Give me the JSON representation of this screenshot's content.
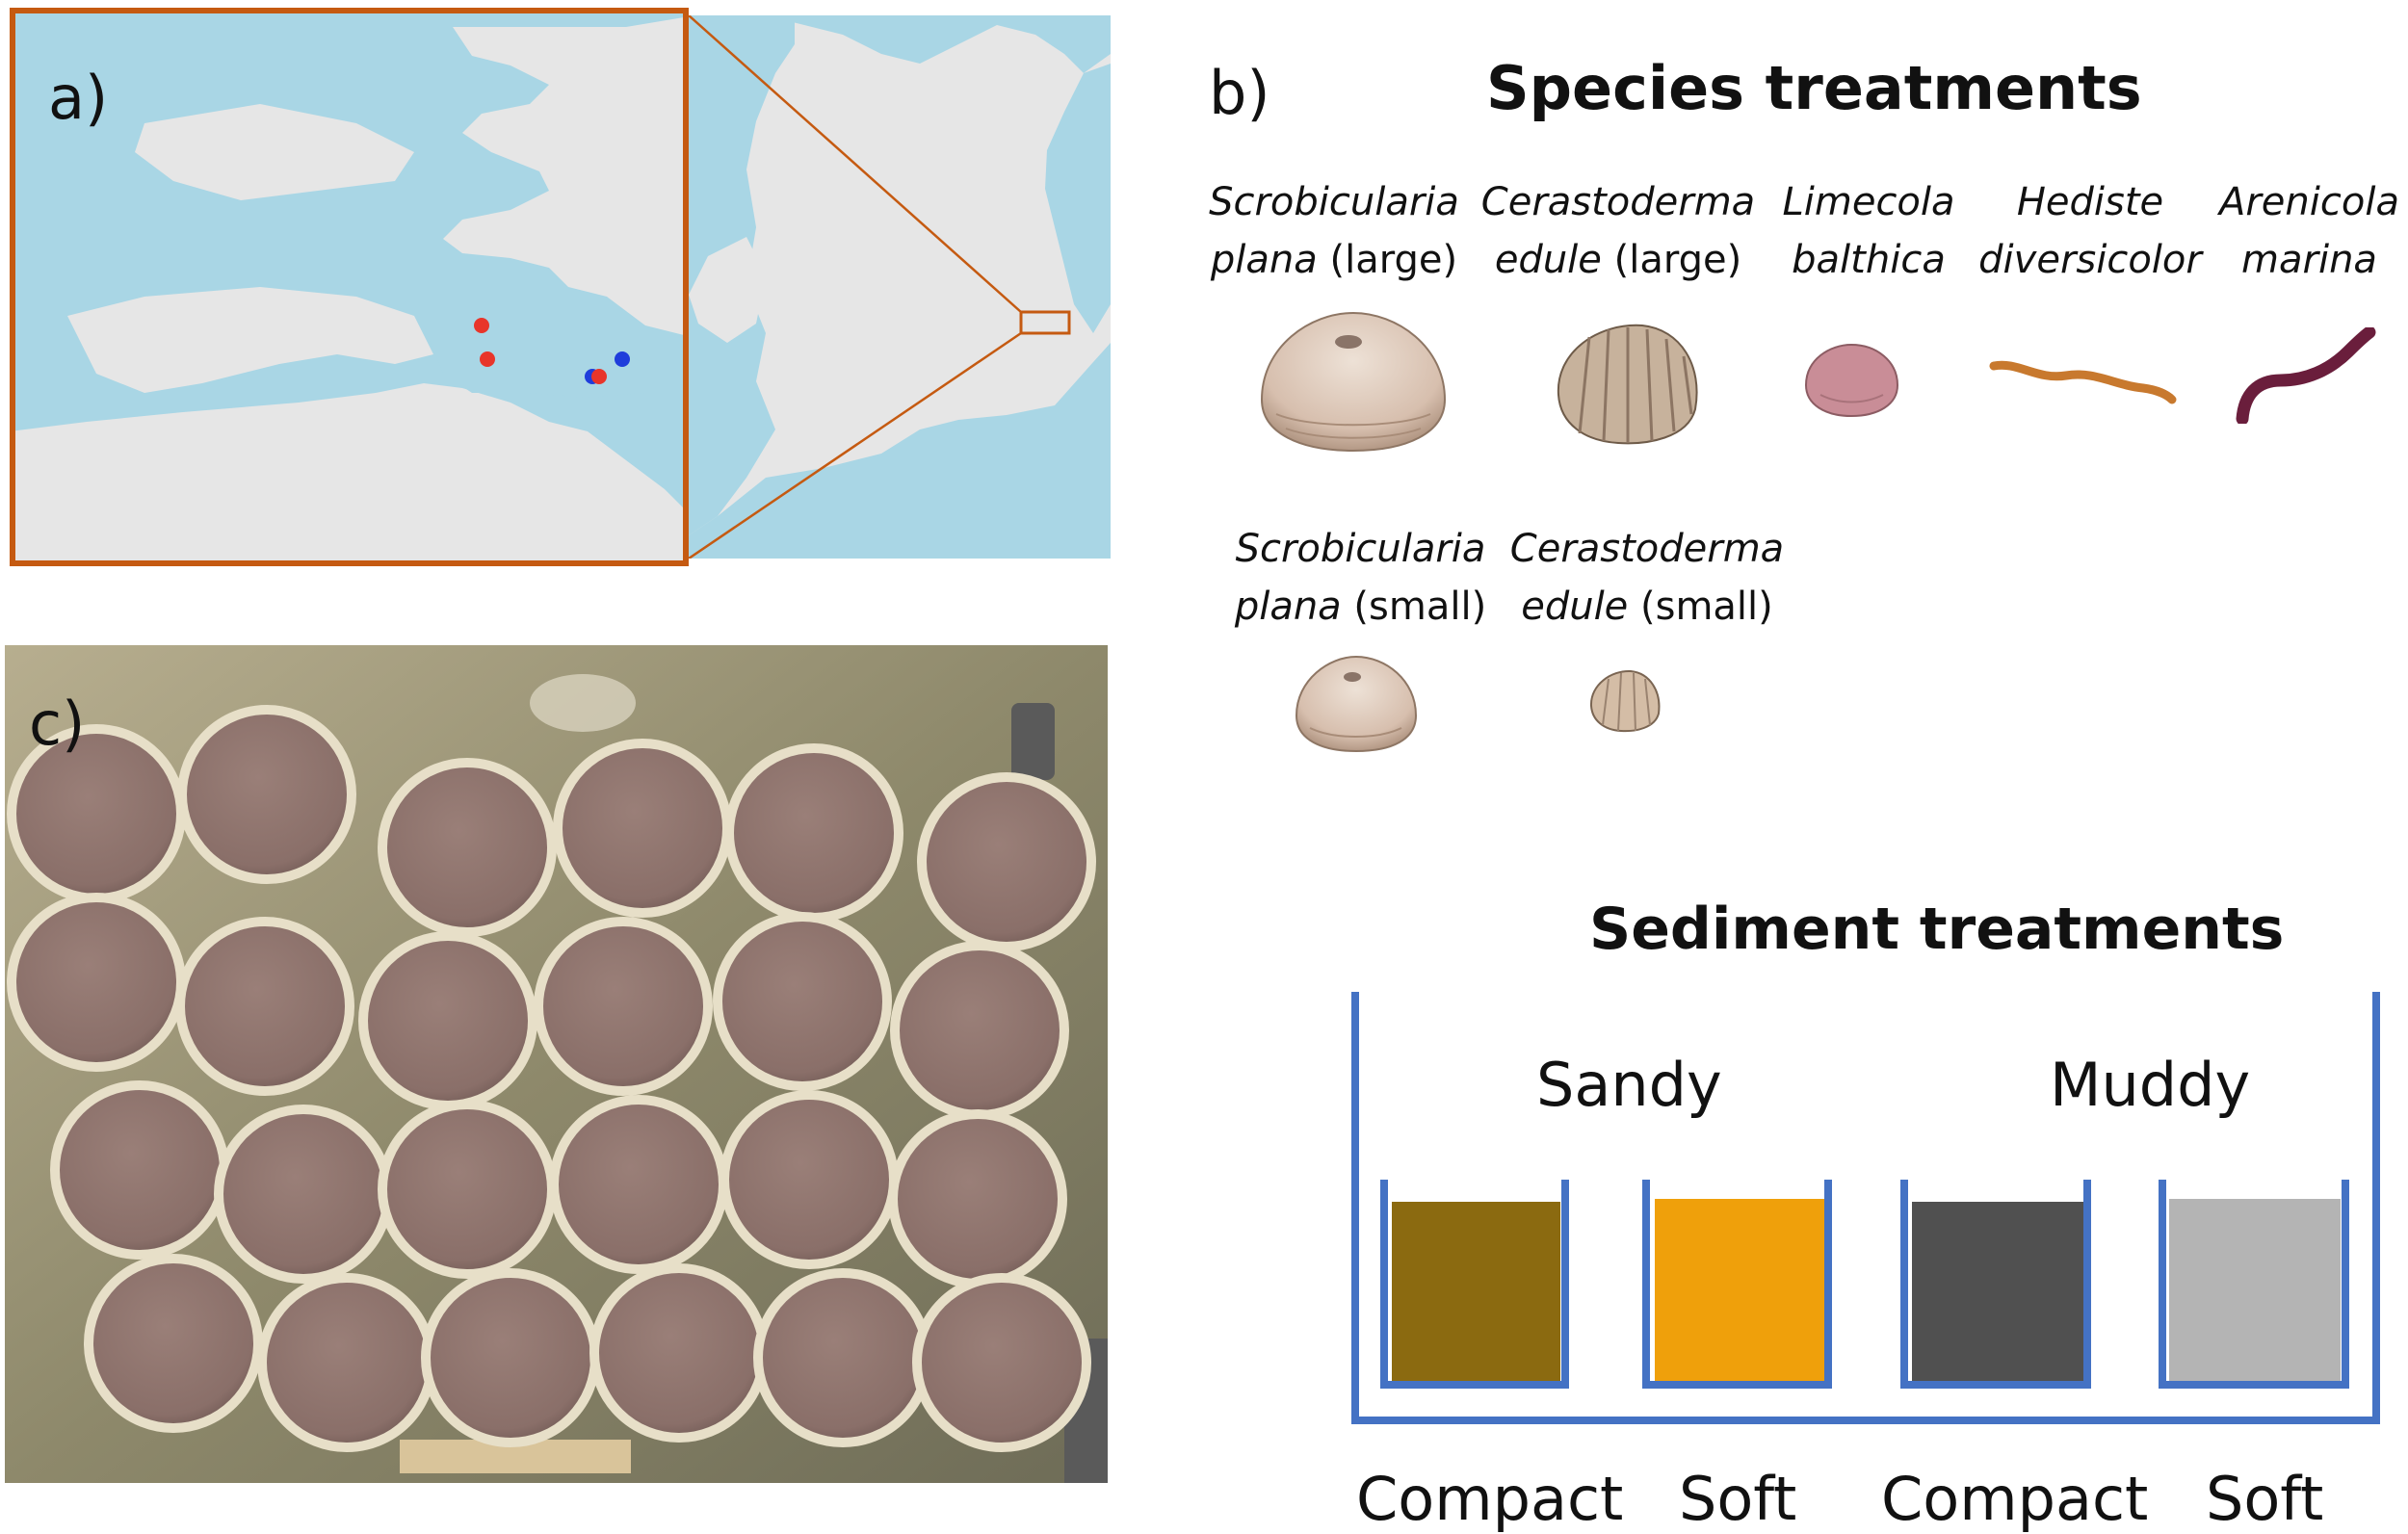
{
  "panels": {
    "a": "a)",
    "b": "b)",
    "c": "c)"
  },
  "species": {
    "title": "Species treatments",
    "items": [
      {
        "line1_italic": "Scrobicularia",
        "line2_italic": "plana",
        "line2_plain": " (large)",
        "icon": "large-clam-icon"
      },
      {
        "line1_italic": "Cerastoderma",
        "line2_italic": "edule",
        "line2_plain": " (large)",
        "icon": "large-cockle-icon"
      },
      {
        "line1_italic": "Limecola",
        "line2_italic": "balthica",
        "line2_plain": "",
        "icon": "small-pink-clam-icon"
      },
      {
        "line1_italic": "Hediste",
        "line2_italic": "diversicolor",
        "line2_plain": "",
        "icon": "ragworm-icon"
      },
      {
        "line1_italic": "Arenicola",
        "line2_italic": "marina",
        "line2_plain": "",
        "icon": "lugworm-icon"
      },
      {
        "line1_italic": "Scrobicularia",
        "line2_italic": "plana",
        "line2_plain": " (small)",
        "icon": "small-clam-icon"
      },
      {
        "line1_italic": "Cerastoderma",
        "line2_italic": "edule",
        "line2_plain": " (small)",
        "icon": "small-cockle-icon"
      }
    ]
  },
  "sediment": {
    "title": "Sediment treatments",
    "groups": [
      "Sandy",
      "Muddy"
    ],
    "containers": [
      {
        "label": "Compact",
        "fill": "#8B6A10"
      },
      {
        "label": "Soft",
        "fill": "#EFA00B"
      },
      {
        "label": "Compact",
        "fill": "#505050"
      },
      {
        "label": "Soft",
        "fill": "#B4B4B4"
      }
    ],
    "outline_color": "#4472C4"
  },
  "map": {
    "land_color": "#E6E6E6",
    "water_color": "#A9D6E5",
    "frame_color": "#C55A11",
    "sites": [
      {
        "color": "#E8352A"
      },
      {
        "color": "#E8352A"
      },
      {
        "color": "#1F3DDB"
      },
      {
        "color": "#E8352A"
      },
      {
        "color": "#1F3DDB"
      }
    ]
  },
  "photo": {
    "subject": "mesocosm-cores-photo"
  }
}
